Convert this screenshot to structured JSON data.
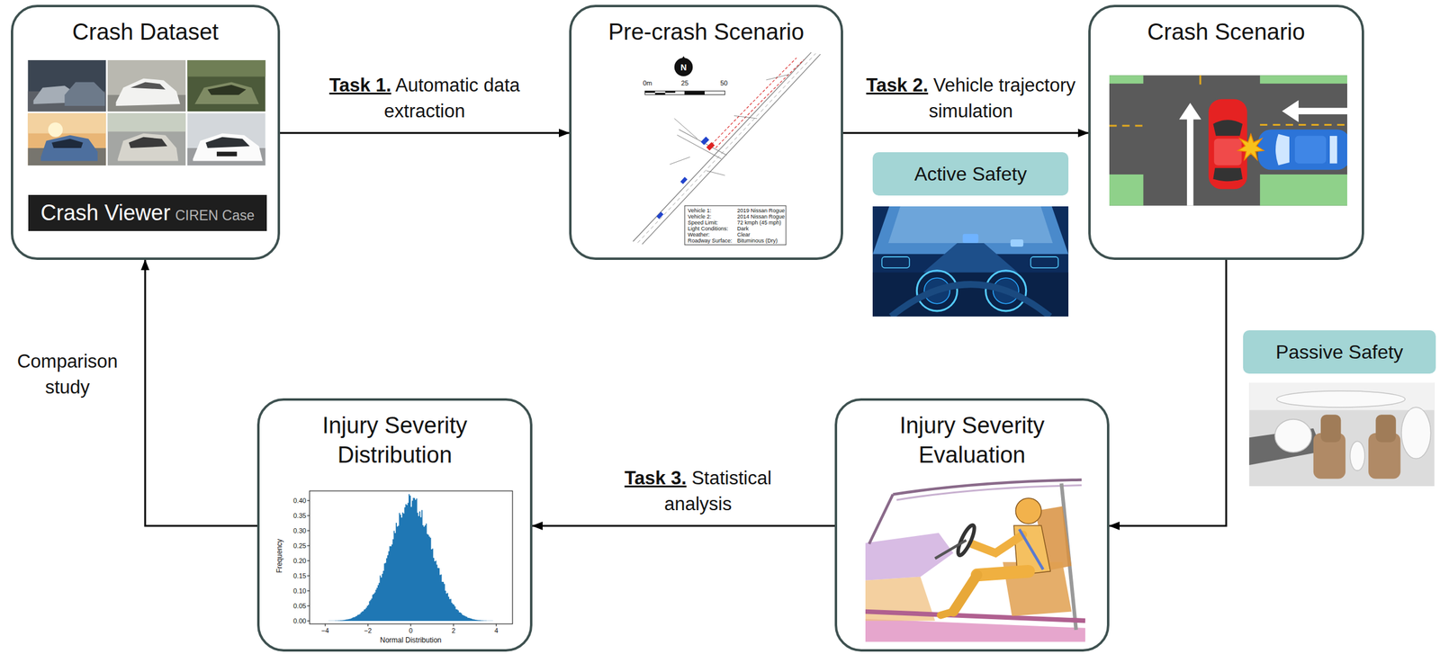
{
  "diagram": {
    "nodes": [
      {
        "text": [
          "Crash Dataset"
        ]
      },
      {
        "text": [
          "Crash Viewer",
          "CIREN Case"
        ],
        "in": 0
      },
      {
        "text": [
          "Pre-crash Scenario"
        ]
      },
      {
        "text": [
          "Crash Scenario"
        ]
      },
      {
        "text": [
          "Active Safety"
        ]
      },
      {
        "text": [
          "Passive Safety"
        ]
      },
      {
        "text": [
          "Injury Severity Evaluation"
        ]
      },
      {
        "text": [
          "Injury Severity Distribution"
        ]
      }
    ],
    "edges": [
      {
        "from": 0,
        "to": 2,
        "label": "Task 1. Automatic data extraction",
        "arrow": "to"
      },
      {
        "from": 2,
        "to": 3,
        "label": "Task 2. Vehicle trajectory simulation",
        "arrow": "to"
      },
      {
        "from": 3,
        "to": 6,
        "arrow": "to"
      },
      {
        "from": 6,
        "to": 7,
        "label": "Task 3. Statistical analysis",
        "arrow": "to"
      },
      {
        "from": 7,
        "to": 0,
        "label": "Comparison study",
        "arrow": "to"
      }
    ],
    "labels": [
      "N",
      "0m",
      "25",
      "50",
      "Vehicle 1:",
      "2019 Nissan Rogue",
      "Vehicle 2:",
      "2014 Nissan Rogue",
      "Speed Limit:",
      "72 kmph (45 mph)",
      "Light Conditions:",
      "Dark",
      "Weather:",
      "Clear",
      "Roadway Surface:",
      "Bituminous (Dry)",
      "0.40",
      "0.35",
      "0.30",
      "0.25",
      "0.20",
      "0.15",
      "0.10",
      "0.05",
      "0.00",
      "−4",
      "−2",
      "0",
      "2",
      "4",
      "Frequency",
      "Normal Distribution"
    ]
  }
}
